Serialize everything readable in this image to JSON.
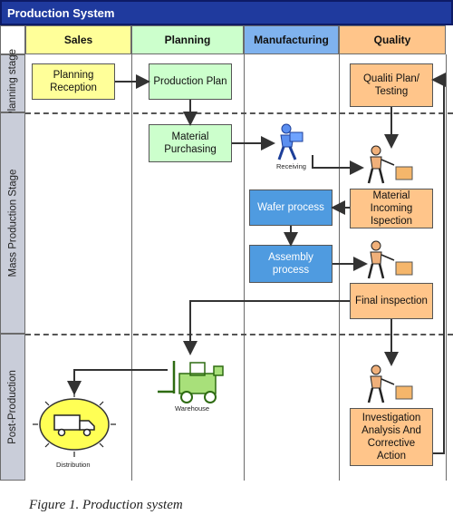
{
  "title": "Production System",
  "lanes": {
    "sales": "Sales",
    "planning": "Planning",
    "manufacturing": "Manufacturing",
    "quality": "Quality"
  },
  "stages": {
    "planning": "Planning stage",
    "mass": "Mass Production Stage",
    "post": "Post-Production"
  },
  "boxes": {
    "planning_reception": "Planning Reception",
    "production_plan": "Production Plan",
    "material_purchasing": "Material Purchasing",
    "qualiti_plan": "Qualiti Plan/ Testing",
    "wafer_process": "Wafer process",
    "assembly_process": "Assembly process",
    "material_incoming": "Material Incoming Ispection",
    "final_inspection": "Final inspection",
    "investigation": "Investigation Analysis And Corrective Action"
  },
  "icons": {
    "receiving": "Receiving",
    "warehouse": "Warehouse",
    "distribution": "Distribution"
  },
  "colors": {
    "title_bar": "#1f3a9e",
    "sales": "#ffff99",
    "planning": "#ccffcc",
    "manufacturing": "#7fb2ee",
    "quality": "#ffc58a"
  },
  "caption": "Figure 1. Production system"
}
